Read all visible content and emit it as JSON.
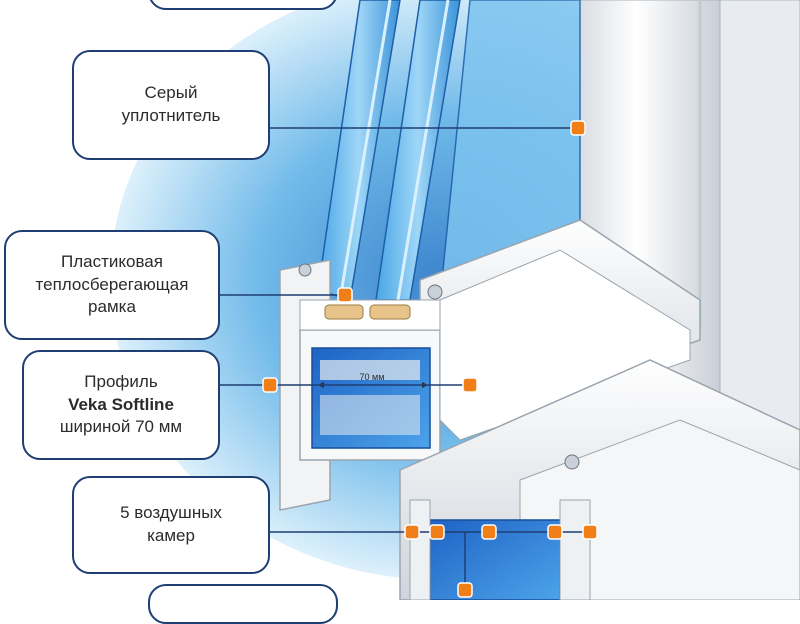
{
  "callouts": {
    "seal": {
      "lines": [
        "Серый",
        "уплотнитель"
      ]
    },
    "frame": {
      "lines": [
        "Пластиковая",
        "теплосберегающая",
        "рамка"
      ]
    },
    "profile": {
      "line1": "Профиль",
      "line2": "Veka Softline",
      "line3": "шириной 70 мм"
    },
    "chambers": {
      "lines": [
        "5 воздушных",
        "камер"
      ]
    }
  },
  "dimension_label": "70 мм",
  "colors": {
    "callout_border": "#1f3e73",
    "leader_line": "#1f3e73",
    "marker_dot": "#f07f1a",
    "glass_blue": "#2f8fd8",
    "background_blue": "#9fd2f2",
    "profile_white": "#f4f6f8"
  }
}
